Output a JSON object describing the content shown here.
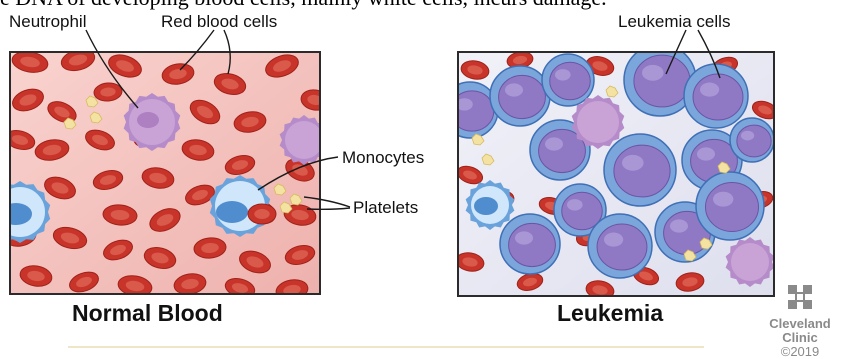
{
  "caption_fragment": "e DNA of developing blood cells, mainly white cells, incurs damage.",
  "labels": {
    "neutrophil": "Neutrophil",
    "red_blood_cells": "Red blood cells",
    "monocytes": "Monocytes",
    "platelets": "Platelets",
    "leukemia_cells": "Leukemia cells"
  },
  "panels": {
    "normal": {
      "title": "Normal Blood"
    },
    "leukemia": {
      "title": "Leukemia"
    }
  },
  "logo": {
    "line1": "Cleveland",
    "line2": "Clinic",
    "year": "©2019"
  },
  "colors": {
    "rbc": "#c8342a",
    "rbc_center": "#e06a5a",
    "normal_bg": "#f5c4c0",
    "leukemia_bg": "#e8e9f4",
    "leukemia_cell": "#8f79c4",
    "leukemia_rim": "#7aa6dc",
    "neutrophil": "#c9a3d6",
    "monocyte": "#cfe6fb",
    "platelet": "#f3e2a2"
  }
}
